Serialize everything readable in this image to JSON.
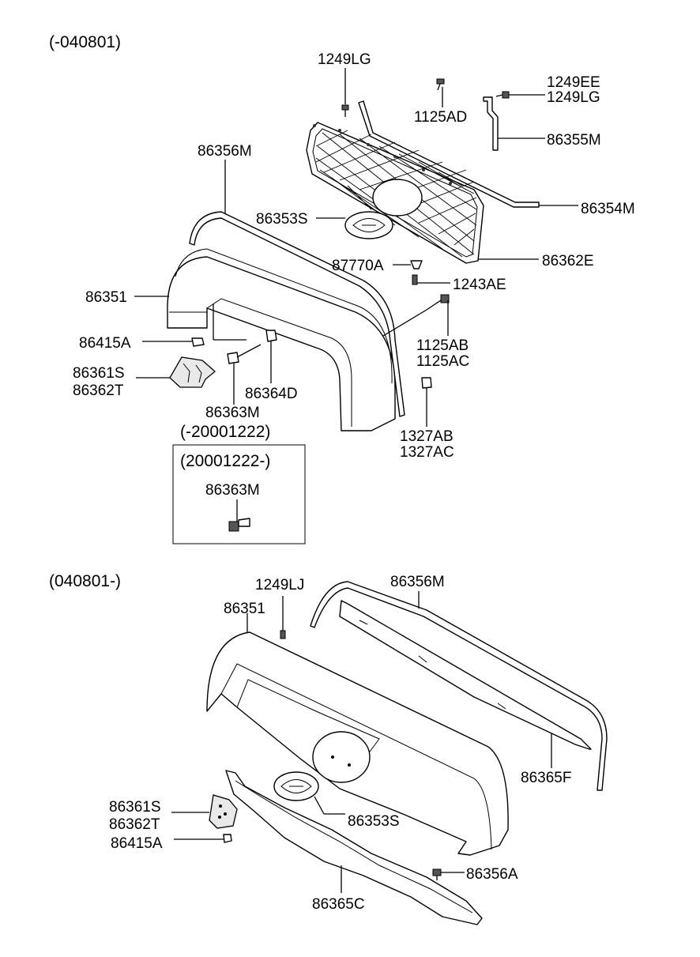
{
  "sections": {
    "upper_range": "(-040801)",
    "lower_range": "(040801-)"
  },
  "inset": {
    "outer_range": "(-20001222)",
    "inner_range": "(20001222-)",
    "part": "86363M"
  },
  "upper_labels": {
    "p1249LG_top": "1249LG",
    "p1125AD": "1125AD",
    "p1249EE": "1249EE",
    "p1249LG_right": "1249LG",
    "p86355M": "86355M",
    "p86356M": "86356M",
    "p86354M": "86354M",
    "p86353S": "86353S",
    "p86362E": "86362E",
    "p87770A": "87770A",
    "p1243AE": "1243AE",
    "p86351": "86351",
    "p1125AB": "1125AB",
    "p1125AC": "1125AC",
    "p86415A": "86415A",
    "p86361S": "86361S",
    "p86362T": "86362T",
    "p86364D": "86364D",
    "p86363M": "86363M",
    "p1327AB": "1327AB",
    "p1327AC": "1327AC"
  },
  "lower_labels": {
    "p1249LJ": "1249LJ",
    "p86356M": "86356M",
    "p86351": "86351",
    "p86365F": "86365F",
    "p86361S": "86361S",
    "p86362T": "86362T",
    "p86353S": "86353S",
    "p86415A": "86415A",
    "p86356A": "86356A",
    "p86365C": "86365C"
  }
}
